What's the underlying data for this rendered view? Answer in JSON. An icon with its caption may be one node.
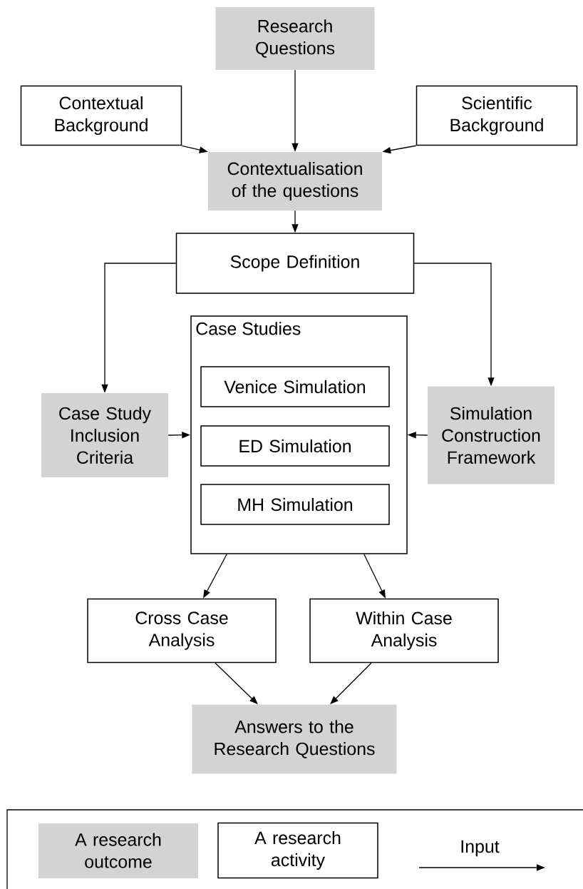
{
  "diagram": {
    "nodes": [
      {
        "text": [
          "Research Questions"
        ]
      },
      {
        "text": [
          "Contextual Background"
        ]
      },
      {
        "text": [
          "Scientific Background"
        ]
      },
      {
        "text": [
          "Contextualisation of the questions"
        ]
      },
      {
        "text": [
          "Scope Definition"
        ]
      },
      {
        "text": [
          "Case Study Inclusion Criteria"
        ]
      },
      {
        "text": [
          "Case Studies"
        ]
      },
      {
        "text": [
          "Venice Simulation"
        ],
        "in": 6
      },
      {
        "text": [
          "ED Simulation"
        ],
        "in": 6
      },
      {
        "text": [
          "MH Simulation"
        ],
        "in": 6
      },
      {
        "text": [
          "Simulation Construction Framework"
        ]
      },
      {
        "text": [
          "Cross Case Analysis"
        ]
      },
      {
        "text": [
          "Within Case Analysis"
        ]
      },
      {
        "text": [
          "Answers to the Research Questions"
        ]
      }
    ],
    "edges": [
      {
        "from": 0,
        "to": 3,
        "arrow": "to"
      },
      {
        "from": 1,
        "to": 3,
        "arrow": "to"
      },
      {
        "from": 2,
        "to": 3,
        "arrow": "to"
      },
      {
        "from": 3,
        "to": 4,
        "arrow": "to"
      },
      {
        "from": 4,
        "to": 5,
        "arrow": "to"
      },
      {
        "from": 4,
        "to": 10,
        "arrow": "to"
      },
      {
        "from": 5,
        "to": 6,
        "arrow": "to"
      },
      {
        "from": 10,
        "to": 6,
        "arrow": "to"
      },
      {
        "from": 6,
        "to": 11,
        "arrow": "to"
      },
      {
        "from": 6,
        "to": 12,
        "arrow": "to"
      },
      {
        "from": 11,
        "to": 13,
        "arrow": "to"
      },
      {
        "from": 12,
        "to": 13,
        "arrow": "to"
      }
    ],
    "legend": [
      {
        "text": "A research outcome",
        "color": "#d3d3d3"
      },
      {
        "text": "A research activity"
      },
      {
        "text": "Input"
      }
    ]
  }
}
